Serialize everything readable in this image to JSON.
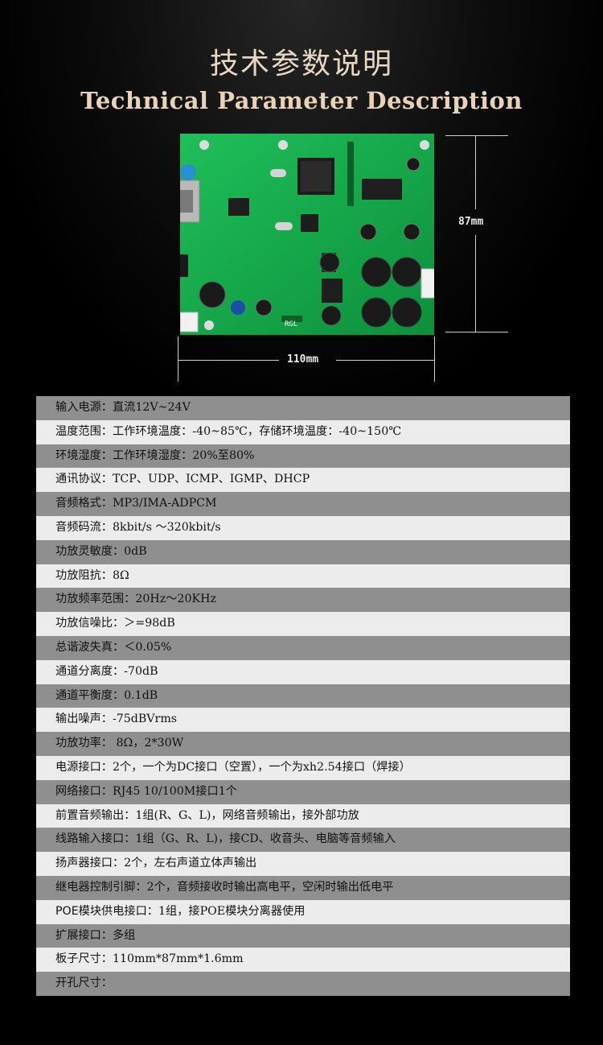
{
  "title_cn": "技术参数说明",
  "title_en": "Technical Parameter Description",
  "dimensions": {
    "height_label": "87mm",
    "width_label": "110mm"
  },
  "board_marking": "RGL",
  "specs": [
    {
      "label": "输入电源：",
      "value": "直流12V~24V"
    },
    {
      "label": "温度范围：",
      "value": "工作环境温度：-40~85℃，存储环境温度：-40~150℃"
    },
    {
      "label": "环境湿度：",
      "value": "工作环境湿度：20%至80%"
    },
    {
      "label": "通讯协议：",
      "value": "TCP、UDP、ICMP、IGMP、DHCP"
    },
    {
      "label": "音频格式：",
      "value": "MP3/IMA-ADPCM"
    },
    {
      "label": "音频码流：",
      "value": "8kbit/s ～320kbit/s"
    },
    {
      "label": "功放灵敏度：",
      "value": "0dB"
    },
    {
      "label": "功放阻抗：",
      "value": "8Ω"
    },
    {
      "label": "功放频率范围：",
      "value": "20Hz～20KHz"
    },
    {
      "label": "功放信噪比：",
      "value": "＞=98dB"
    },
    {
      "label": "总谐波失真：",
      "value": "＜0.05%"
    },
    {
      "label": "通道分离度：",
      "value": "-70dB"
    },
    {
      "label": "通道平衡度：",
      "value": "0.1dB"
    },
    {
      "label": "输出噪声：",
      "value": "-75dBVrms"
    },
    {
      "label": "功放功率：",
      "value": " 8Ω，2*30W"
    },
    {
      "label": "电源接口：",
      "value": "2个，一个为DC接口（空置），一个为xh2.54接口（焊接）"
    },
    {
      "label": "网络接口：",
      "value": "RJ45 10/100M接口1个"
    },
    {
      "label": "前置音频输出：",
      "value": "1组(R、G、L)，网络音频输出，接外部功放"
    },
    {
      "label": "线路输入接口：",
      "value": "1组（G、R、L)，接CD、收音头、电脑等音频输入"
    },
    {
      "label": "扬声器接口：",
      "value": "2个，左右声道立体声输出"
    },
    {
      "label": "继电器控制引脚：",
      "value": "2个，音频接收时输出高电平，空闲时输出低电平"
    },
    {
      "label": "POE模块供电接口：",
      "value": "1组，接POE模块分离器使用"
    },
    {
      "label": "扩展接口：",
      "value": "多组"
    },
    {
      "label": "板子尺寸：",
      "value": "110mm*87mm*1.6mm"
    },
    {
      "label": "开孔尺寸：",
      "value": ""
    }
  ],
  "colors": {
    "title": "#e7d8c4",
    "row_dark": "#8f8f8f",
    "row_light": "#ececec",
    "pcb": "#12a84a"
  }
}
